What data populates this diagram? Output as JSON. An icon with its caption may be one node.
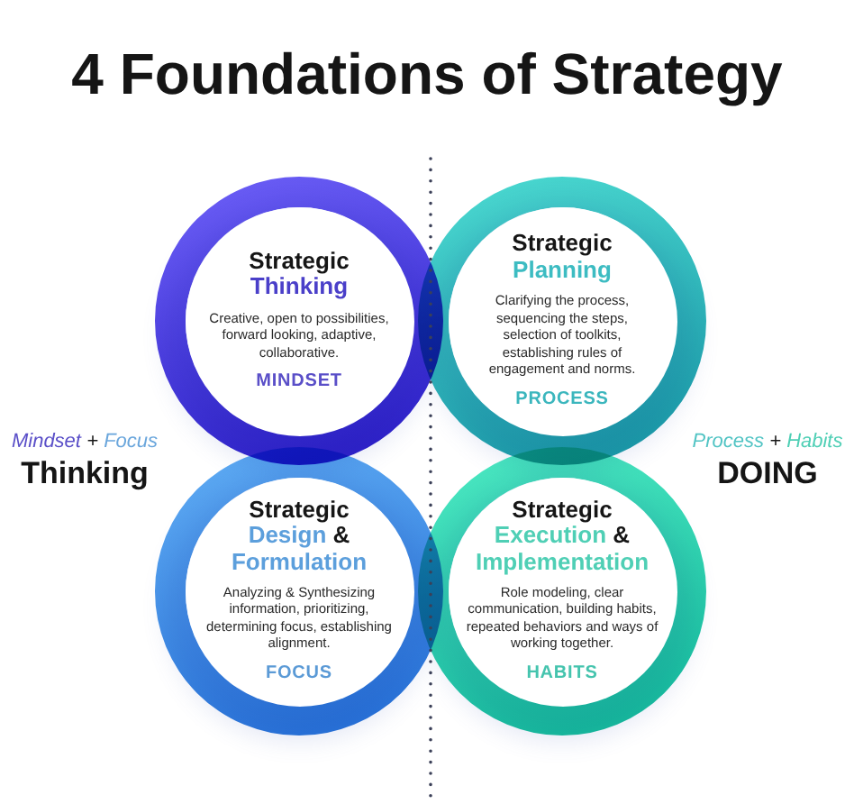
{
  "diagram": {
    "title": "4 Foundations of Strategy",
    "nodes": [
      {
        "text": [
          "Strategic",
          "Thinking",
          "Creative, open to possibilities, forward looking, adaptive, collaborative.",
          "MINDSET"
        ]
      },
      {
        "text": [
          "Strategic",
          "Planning",
          "Clarifying the process, sequencing the steps, selection of toolkits, establishing rules of engagement and norms.",
          "PROCESS"
        ]
      },
      {
        "text": [
          "Strategic",
          "Design & Formulation",
          "Analyzing & Synthesizing information, prioritizing, determining focus, establishing alignment.",
          "FOCUS"
        ]
      },
      {
        "text": [
          "Strategic",
          "Execution & Implementation",
          "Role modeling, clear communication, building habits, repeated behaviors and ways of working together.",
          "HABITS"
        ]
      }
    ],
    "labels": [
      "Mindset + Focus",
      "Thinking",
      "Process + Habits",
      "DOING"
    ]
  }
}
